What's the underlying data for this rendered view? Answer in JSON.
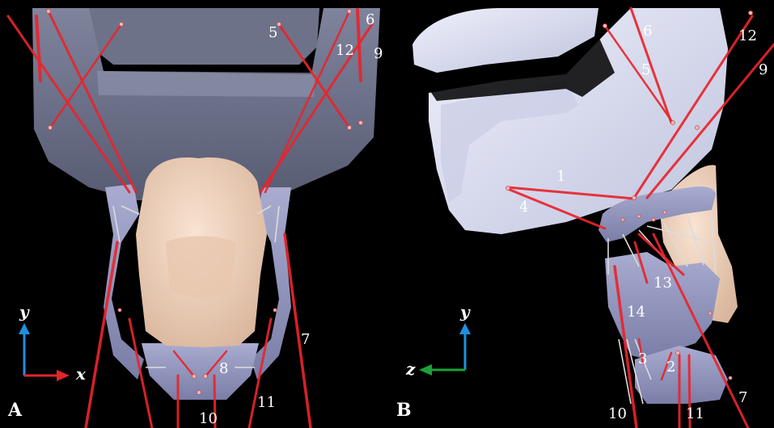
{
  "panels": [
    {
      "letter": "A",
      "muscle_numbers": [
        "5",
        "6",
        "12",
        "9",
        "7",
        "8",
        "10",
        "11"
      ],
      "axes": {
        "vertical": "y",
        "horizontal": "x"
      }
    },
    {
      "letter": "B",
      "muscle_numbers": [
        "6",
        "12",
        "5",
        "9",
        "1",
        "4",
        "13",
        "14",
        "3",
        "2",
        "10",
        "11",
        "7"
      ],
      "axes": {
        "vertical": "y",
        "horizontal": "z"
      }
    }
  ],
  "colors": {
    "background": "#000000",
    "muscle": "#e8242b",
    "bone": "#8e93ae",
    "hyoid": "#9a9dbf",
    "thyroid_cartilage": "#f2d2bb",
    "mandible_lateral": "#d9dcf2",
    "axis_y": "#1e90e0",
    "axis_x": "#e0262b",
    "axis_z": "#1ea03c",
    "label_text": "#ffffff"
  }
}
